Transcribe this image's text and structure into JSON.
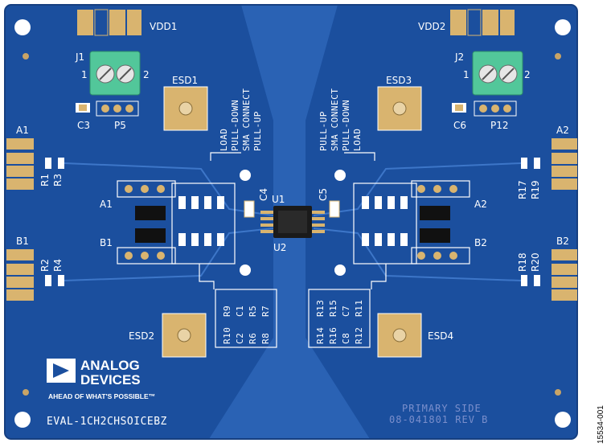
{
  "board": {
    "colors": {
      "board": "#1b4f9e",
      "board_light": "#2a62b4",
      "silk": "#ffffff",
      "gold": "#d9b46f",
      "terminal": "#52c79a"
    },
    "power": [
      {
        "name": "VDD1",
        "connector": "J1",
        "header": "P5",
        "cap": "C3",
        "pin1": "1",
        "pin2": "2"
      },
      {
        "name": "VDD2",
        "connector": "J2",
        "header": "P12",
        "cap": "C6",
        "pin1": "1",
        "pin2": "2"
      }
    ],
    "esd": [
      "ESD1",
      "ESD2",
      "ESD3",
      "ESD4"
    ],
    "channels": [
      "A1",
      "B1",
      "A2",
      "B2"
    ],
    "resistors_edge": [
      "R1",
      "R3",
      "R2",
      "R4",
      "R17",
      "R19",
      "R18",
      "R20"
    ],
    "caps_center": [
      "C4",
      "C5"
    ],
    "ics": [
      "U1",
      "U2"
    ],
    "legend_left": [
      "LOAD",
      "PULL-DOWN",
      "SMA CONNECT",
      "PULL-UP"
    ],
    "legend_right": [
      "PULL-UP",
      "SMA CONNECT",
      "PULL-DOWN",
      "LOAD"
    ],
    "table_left": [
      [
        "R10",
        "C2",
        "R6",
        "R8"
      ],
      [
        "R9",
        "C1",
        "R5",
        "R7"
      ]
    ],
    "table_right": [
      [
        "R14",
        "R16",
        "C8",
        "R12"
      ],
      [
        "R13",
        "R15",
        "C7",
        "R11"
      ]
    ],
    "logo": {
      "line1": "ANALOG",
      "line2": "DEVICES",
      "tagline": "AHEAD OF WHAT'S POSSIBLE™"
    },
    "board_name": "EVAL-1CH2CHSOICEBZ",
    "side_label": "PRIMARY SIDE",
    "part_number": "08-041801 REV B",
    "figure_id": "15534-001"
  }
}
